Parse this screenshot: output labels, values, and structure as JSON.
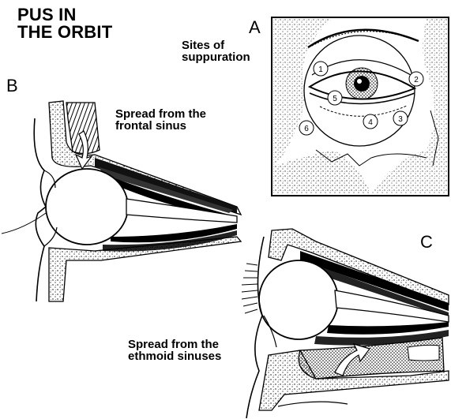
{
  "title": {
    "line1": "PUS IN",
    "line2": "THE ORBIT"
  },
  "panel_a": {
    "letter": "A",
    "caption_line1": "Sites of",
    "caption_line2": "suppuration",
    "site_numbers": [
      "1",
      "2",
      "3",
      "4",
      "5",
      "6"
    ]
  },
  "panel_b": {
    "letter": "B",
    "caption_line1": "Spread from the",
    "caption_line2": "frontal sinus"
  },
  "panel_c": {
    "letter": "C",
    "caption_line1": "Spread from the",
    "caption_line2": "ethmoid sinuses"
  }
}
